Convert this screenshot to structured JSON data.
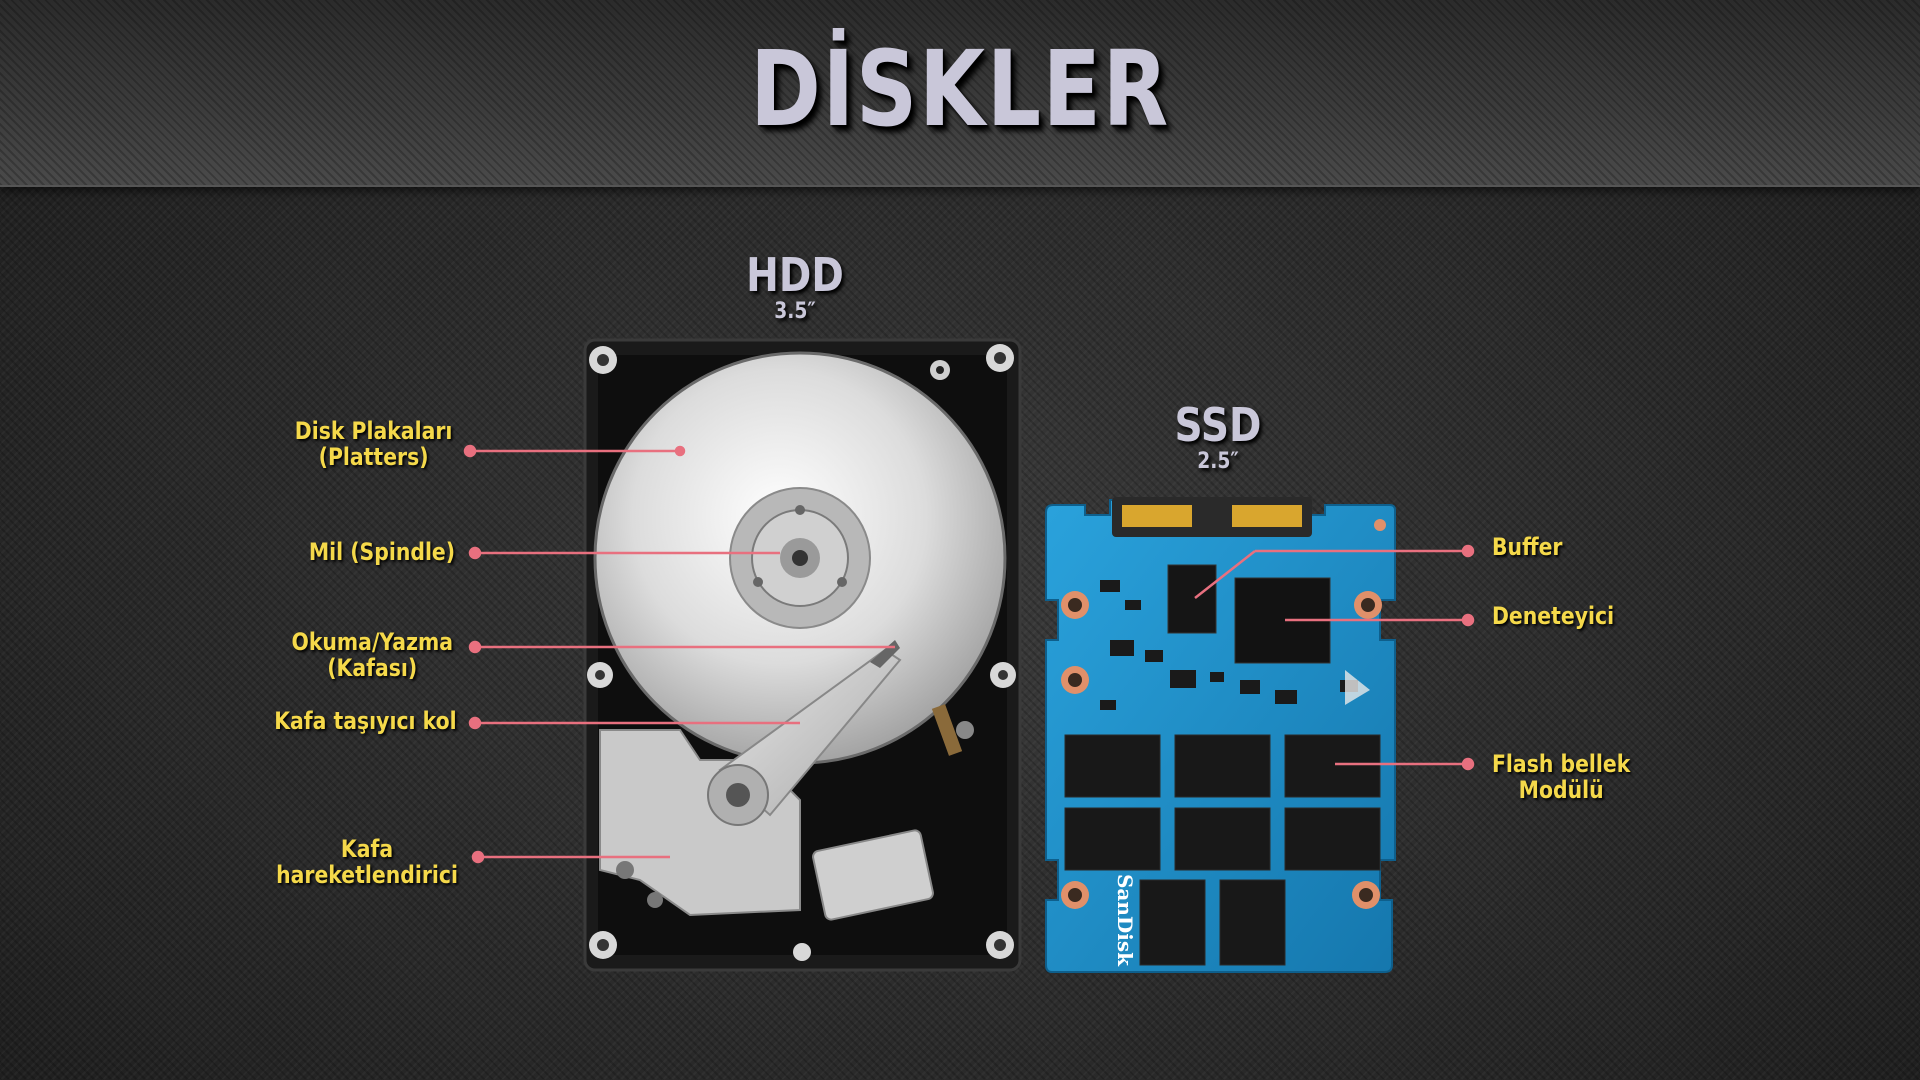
{
  "title": "DİSKLER",
  "hdd": {
    "name": "HDD",
    "size": "3.5″"
  },
  "ssd": {
    "name": "SSD",
    "size": "2.5″"
  },
  "hdd_labels": {
    "platters_1": "Disk Plakaları",
    "platters_2": "(Platters)",
    "spindle": "Mil (Spindle)",
    "head_1": "Okuma/Yazma",
    "head_2": "(Kafası)",
    "arm": "Kafa taşıyıcı kol",
    "actuator_1": "Kafa",
    "actuator_2": "hareketlendirici"
  },
  "ssd_labels": {
    "buffer": "Buffer",
    "controller": "Deneteyici",
    "flash_1": "Flash bellek",
    "flash_2": "Modülü"
  },
  "ssd_brand": "SanDisk",
  "colors": {
    "label": "#f5d94a",
    "leader": "#e8707f",
    "title": "#c9c7d9",
    "pcb": "#1e8fc8"
  }
}
